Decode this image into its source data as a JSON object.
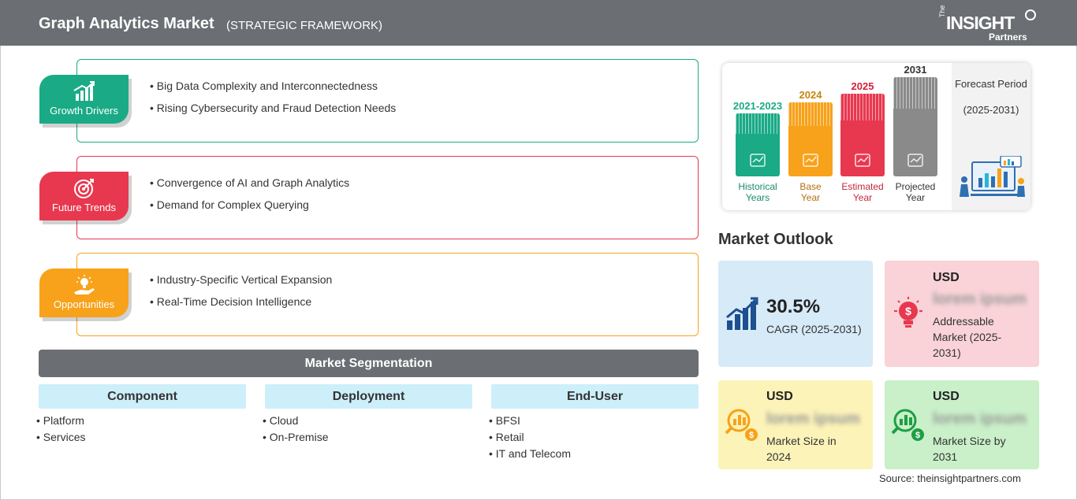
{
  "header": {
    "title": "Graph Analytics Market",
    "subtitle": "(STRATEGIC FRAMEWORK)",
    "logo": {
      "the": "The",
      "main": "INSIGHT",
      "partners": "Partners"
    }
  },
  "framework": {
    "growth_drivers": {
      "label": "Growth Drivers",
      "color": "#1aaa86",
      "icon": "growth-chart-icon",
      "items": [
        "Big Data Complexity and Interconnectedness",
        "Rising Cybersecurity and Fraud Detection Needs"
      ]
    },
    "future_trends": {
      "label": "Future Trends",
      "color": "#e8384f",
      "icon": "target-icon",
      "items": [
        "Convergence of AI and Graph Analytics",
        "Demand for Complex Querying"
      ]
    },
    "opportunities": {
      "label": "Opportunities",
      "color": "#f7a21a",
      "icon": "idea-hand-icon",
      "items": [
        "Industry-Specific Vertical Expansion",
        "Real-Time Decision Intelligence"
      ]
    }
  },
  "segmentation": {
    "title": "Market Segmentation",
    "columns": [
      {
        "title": "Component",
        "items": [
          "Platform",
          "Services"
        ]
      },
      {
        "title": "Deployment",
        "items": [
          "Cloud",
          "On-Premise"
        ]
      },
      {
        "title": "End-User",
        "items": [
          "BFSI",
          "Retail",
          "IT and Telecom"
        ]
      }
    ]
  },
  "timeline": {
    "bars": [
      {
        "year": "2021-2023",
        "label1": "Historical",
        "label2": "Years",
        "color": "#1aaa86",
        "icon": "history-clock-icon"
      },
      {
        "year": "2024",
        "label1": "Base",
        "label2": "Year",
        "color": "#f7a21a",
        "icon": "calendar-icon"
      },
      {
        "year": "2025",
        "label1": "Estimated",
        "label2": "Year",
        "color": "#e8384f",
        "icon": "estimate-gears-icon"
      },
      {
        "year": "2031",
        "label1": "Projected",
        "label2": "Year",
        "color": "#8a8a8a",
        "icon": "presentation-chart-icon"
      }
    ],
    "forecast": {
      "title": "Forecast Period",
      "period": "(2025-2031)",
      "icon": "analytics-people-icon"
    }
  },
  "outlook": {
    "title": "Market Outlook",
    "cagr": {
      "value": "30.5%",
      "label": "CAGR (2025-2031)",
      "color": "#d6eaf8",
      "icon": "growth-bars-icon"
    },
    "addressable": {
      "currency": "USD",
      "value": "lorem ipsum",
      "label": "Addressable Market (2025-2031)",
      "color": "#f9d3d7",
      "icon": "dollar-bulb-icon"
    },
    "size_2024": {
      "currency": "USD",
      "value": "lorem ipsum",
      "label": "Market Size in 2024",
      "color": "#fcf3b8",
      "icon": "money-search-icon"
    },
    "size_2031": {
      "currency": "USD",
      "value": "lorem ipsum",
      "label": "Market Size by 2031",
      "color": "#c9f0c9",
      "icon": "money-search-green-icon"
    }
  },
  "source": "Source: theinsightpartners.com"
}
